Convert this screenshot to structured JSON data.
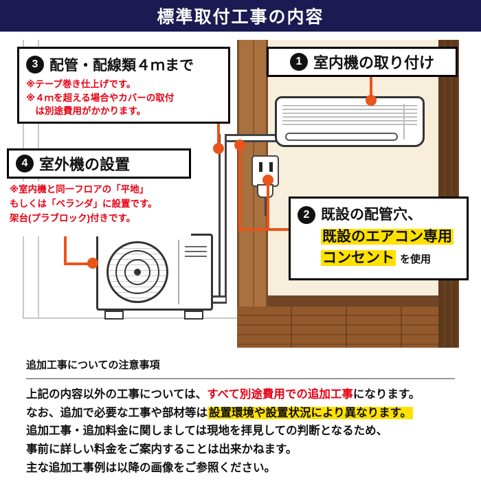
{
  "header": {
    "title": "標準取付工事の内容"
  },
  "callouts": {
    "c1": {
      "num": "1",
      "label": "室内機の取り付け"
    },
    "c2": {
      "num": "2",
      "line1": "既設の配管穴、",
      "line2": "既設のエアコン専用",
      "line3": "コンセント",
      "suffix": "を使用"
    },
    "c3": {
      "num": "3",
      "title": "配管・配線類４ｍまで",
      "notes": [
        "※テープ巻き仕上げです。",
        "※４ｍを超える場合やカバーの取付",
        "　は別途費用がかかります。"
      ]
    },
    "c4": {
      "num": "4",
      "title": "室外機の設置",
      "notes": [
        "※室内機と同一フロアの「平地」",
        "もしくは「ベランダ」に設置です。",
        "架台(プラブロック)付きです。"
      ]
    }
  },
  "notes": {
    "heading": "追加工事についての注意事項",
    "p1_a": "上記の内容以外の工事については、",
    "p1_b": "すべて別途費用での追加工事",
    "p1_c": "になります。",
    "p2_a": "なお、追加で必要な工事や部材等は",
    "p2_b": "設置環境や設置状況により異なります。",
    "p3": "追加工事・追加料金に関しましては現地を拝見しての判断となるため、",
    "p4": "事前に詳しい料金をご案内することは出来かねます。",
    "p5": "主な追加工事例は以降の画像をご参照ください。"
  },
  "colors": {
    "header_navy": "#1b1a52",
    "accent_orange": "#e9541a",
    "note_red": "#e60012",
    "highlight_yellow": "#ffe100",
    "wall_beige": "#f7eedb"
  }
}
